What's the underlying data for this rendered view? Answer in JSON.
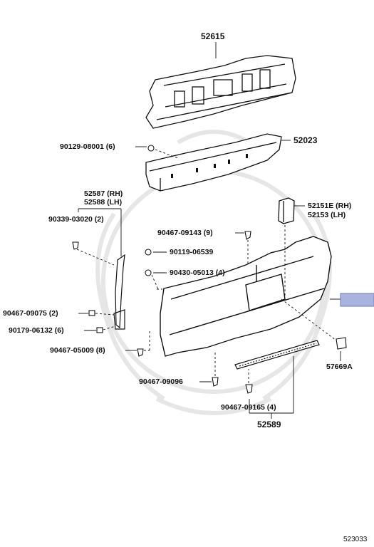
{
  "labels": {
    "p52615": "52615",
    "p52023": "52023",
    "p90129": "90129-08001 (6)",
    "p52587": "52587 (RH)",
    "p52588": "52588 (LH)",
    "p52151": "52151E (RH)",
    "p52153": "52153 (LH)",
    "p90339": "90339-03020 (2)",
    "p90467_09143": "90467-09143 (9)",
    "p90119": "90119-06539",
    "p90430": "90430-05013 (4)",
    "p90467_09075": "90467-09075 (2)",
    "p90179": "90179-06132 (6)",
    "p90467_05009": "90467-05009 (8)",
    "p57669": "57669A",
    "p90467_09096": "90467-09096",
    "p90467_09165": "90467-09165 (4)",
    "p52589": "52589",
    "diagram_code": "523033"
  },
  "colors": {
    "ink": "#111111",
    "highlight_fill": "#aab3df",
    "highlight_stroke": "#6f78b8",
    "watermark": "#e6e6e6"
  }
}
